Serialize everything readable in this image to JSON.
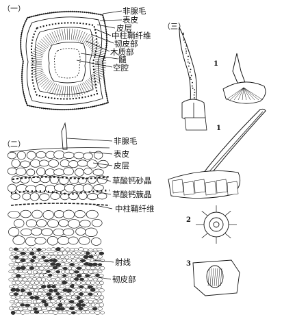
{
  "sections": {
    "s1": "（一）",
    "s2": "（二）",
    "s3": "（三）"
  },
  "labels_top": [
    "非腺毛",
    "表皮",
    "皮层",
    "中柱鞘纤维",
    "韧皮部",
    "木质部",
    "髓",
    "空腔"
  ],
  "labels_mid": [
    "非腺毛",
    "表皮",
    "皮层",
    "草酸钙砂晶",
    "草酸钙簇晶",
    "中柱鞘纤维",
    "射线",
    "韧皮部"
  ],
  "figure_numbers": {
    "n1a": "1",
    "n1b": "1",
    "n2": "2",
    "n3": "3"
  }
}
